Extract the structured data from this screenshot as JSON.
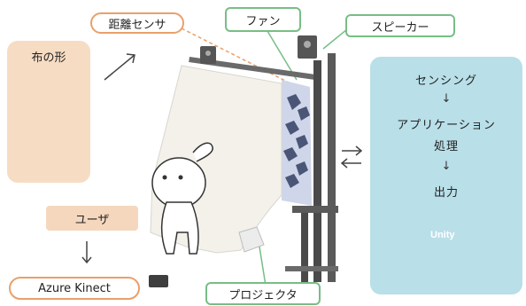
{
  "labels": {
    "distance_sensor": "距離センサ",
    "fan": "ファン",
    "speaker": "スピーカー",
    "cloth_shape": "布の形",
    "user": "ユーザ",
    "azure_kinect": "Azure Kinect",
    "projector": "プロジェクタ"
  },
  "flow": {
    "sensing": "センシング",
    "arrow1": "↓",
    "application_processing_line1": "アプリケーション",
    "application_processing_line2": "処理",
    "arrow2": "↓",
    "output": "出力",
    "unity_logo_text": "Unity"
  },
  "colors": {
    "orange_border": "#e9a06a",
    "green_border": "#78bd86",
    "cloth_panel_bg": "#f7dcc4",
    "user_box_bg": "#f4d7bd",
    "flow_panel_bg": "#b9dfe8",
    "frame_dark": "#4a4a4a"
  }
}
